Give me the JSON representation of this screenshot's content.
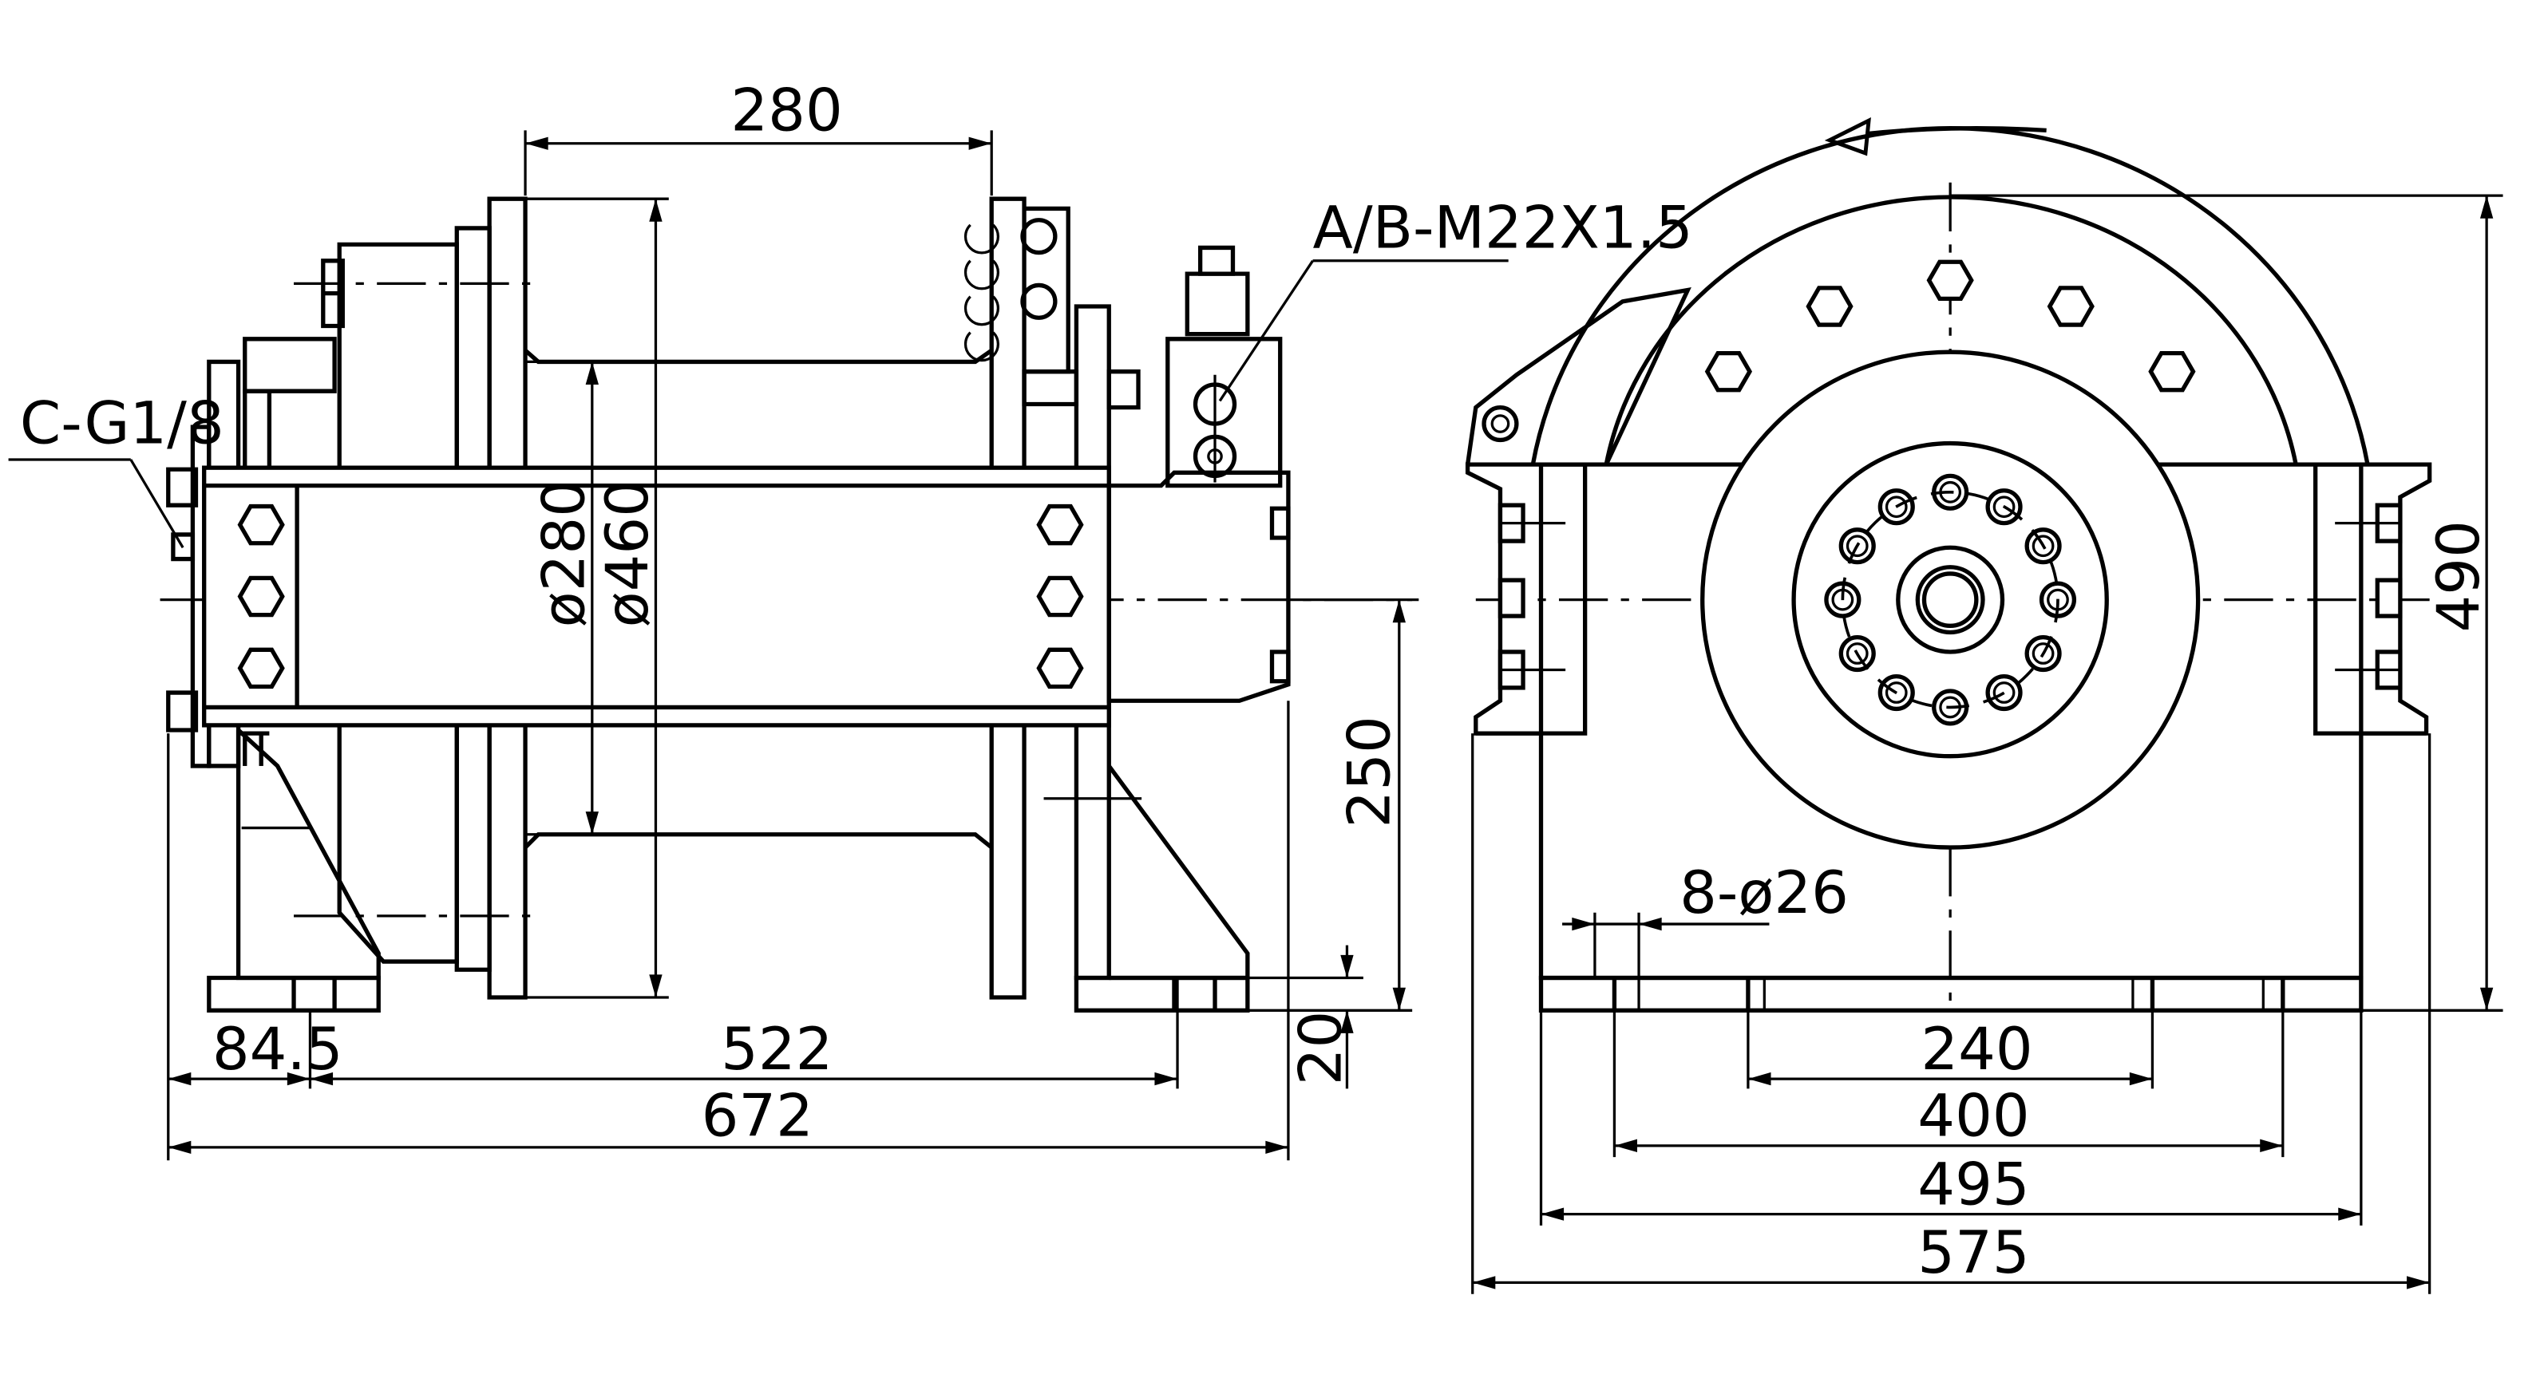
{
  "annotations": {
    "top_width": "280",
    "port_ab": "A/B-M22X1.5",
    "port_c": "C-G1/8",
    "drum_dia": "ø280",
    "flange_dia": "ø460",
    "center_height": "250",
    "base_thickness": "20",
    "left_offset": "84.5",
    "hole_span": "522",
    "overall_length": "672",
    "holes": "8-ø26",
    "inner_span": "240",
    "hole_pitch": "400",
    "base_width": "495",
    "overall_width": "575",
    "overall_height": "490"
  }
}
